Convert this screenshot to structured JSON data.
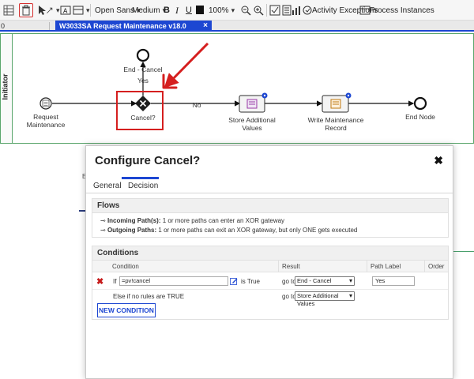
{
  "toolbar": {
    "font_family": "Open Sans",
    "font_weight": "Medium",
    "zoom": "100%",
    "activity_exceptions": "Activity Exceptions",
    "process_instances": "Process Instances",
    "bold": "B",
    "italic": "I",
    "underline": "U"
  },
  "tabs": {
    "left_partial": "0",
    "active": "W3033SA Request Maintenance v18.0",
    "close": "×"
  },
  "canvas": {
    "lane": "Initiator",
    "nodes": {
      "start": "Request\nMaintenance",
      "gateway": "Cancel?",
      "end_cancel": "End - Cancel",
      "store": "Store Additional\nValues",
      "write": "Write Maintenance\nRecord",
      "end": "End Node"
    },
    "flow_labels": {
      "yes": "Yes",
      "no": "No"
    }
  },
  "background": {
    "fragment": "Er"
  },
  "dialog": {
    "title": "Configure Cancel?",
    "close": "✖",
    "tabs": [
      "General",
      "Decision"
    ],
    "active_tab": "Decision",
    "flows": {
      "title": "Flows",
      "incoming_label": "Incoming Path(s):",
      "incoming_text": "1 or more paths can enter an XOR gateway",
      "outgoing_label": "Outgoing Paths:",
      "outgoing_text": "1 or more paths can exit an XOR gateway, but only ONE gets executed"
    },
    "conditions": {
      "title": "Conditions",
      "headers": [
        "Condition",
        "Result",
        "Path Label",
        "Order"
      ],
      "rows": [
        {
          "if": "If",
          "expression": "=pv!cancel",
          "is_true": "is True",
          "goto": "go to",
          "target": "End - Cancel",
          "path_label": "Yes"
        }
      ],
      "else_text": "Else if no rules are TRUE",
      "else_goto": "go to",
      "else_target": "Store Additional Values",
      "new_button": "NEW CONDITION"
    }
  },
  "colors": {
    "accent": "#1d47d2",
    "lane_border": "#5aa66c",
    "highlight": "#d51f1f",
    "node_fill": "#efe6f4",
    "node_border": "#2c2c2c"
  }
}
